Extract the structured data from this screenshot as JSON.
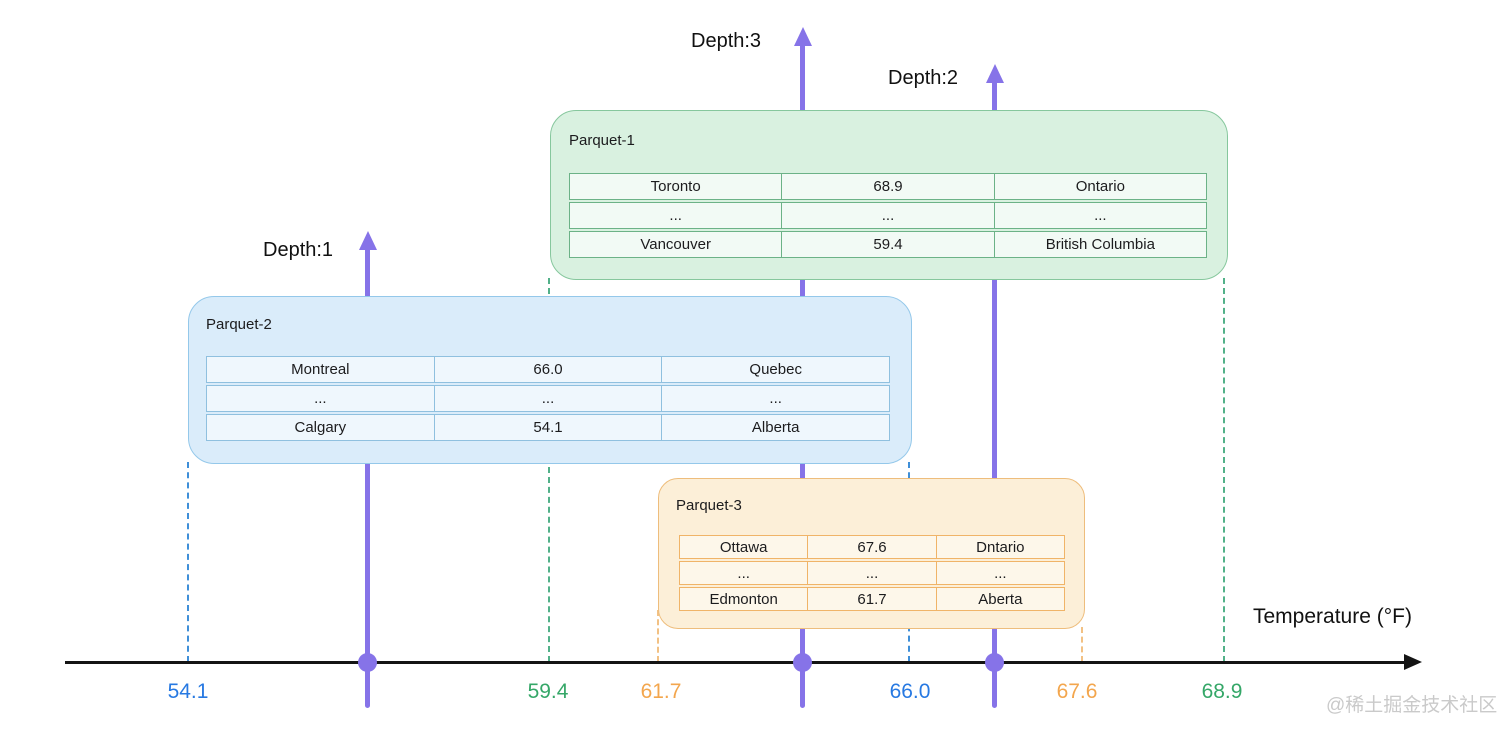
{
  "depth_markers": [
    {
      "label": "Depth:1"
    },
    {
      "label": "Depth:2"
    },
    {
      "label": "Depth:3"
    }
  ],
  "files": [
    {
      "name": "Parquet-1",
      "accent_color": "#86c79d",
      "rows": [
        [
          "Toronto",
          "68.9",
          "Ontario"
        ],
        [
          "...",
          "...",
          "..."
        ],
        [
          "Vancouver",
          "59.4",
          "British Columbia"
        ]
      ]
    },
    {
      "name": "Parquet-2",
      "accent_color": "#94c8ea",
      "rows": [
        [
          "Montreal",
          "66.0",
          "Quebec"
        ],
        [
          "...",
          "...",
          "..."
        ],
        [
          "Calgary",
          "54.1",
          "Alberta"
        ]
      ]
    },
    {
      "name": "Parquet-3",
      "accent_color": "#eebd7c",
      "rows": [
        [
          "Ottawa",
          "67.6",
          "Dntario"
        ],
        [
          "...",
          "...",
          "..."
        ],
        [
          "Edmonton",
          "61.7",
          "Aberta"
        ]
      ]
    }
  ],
  "axis": {
    "label": "Temperature (°F)",
    "ticks": [
      {
        "value": "54.1",
        "color": "#2779e2"
      },
      {
        "value": "59.4",
        "color": "#35a768"
      },
      {
        "value": "61.7",
        "color": "#f3a64d"
      },
      {
        "value": "66.0",
        "color": "#2779e2"
      },
      {
        "value": "67.6",
        "color": "#f3a64d"
      },
      {
        "value": "68.9",
        "color": "#35a768"
      }
    ]
  },
  "watermark": "@稀土掘金技术社区",
  "colors": {
    "depth_line": "#8673e8",
    "axis": "#141414",
    "dash_blue": "#3f8fd8",
    "dash_green": "#52b189",
    "dash_orange": "#f2c184",
    "box_green_fill": "#d9f1e0",
    "box_blue_fill": "#daecfa",
    "box_orange_fill": "#fcefd8"
  }
}
